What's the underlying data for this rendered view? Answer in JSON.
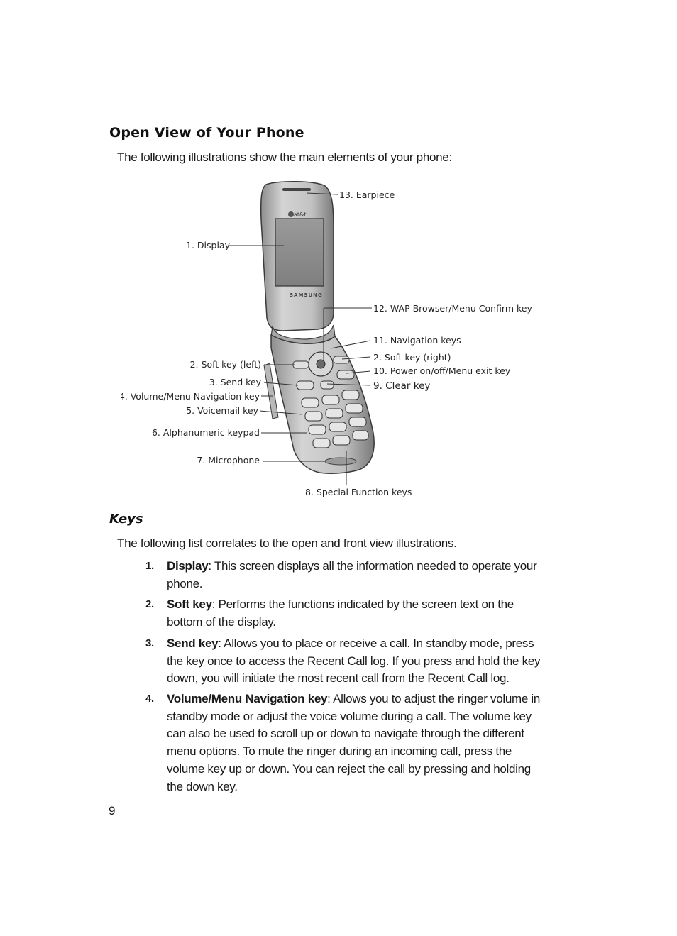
{
  "section_title": "Open View of Your Phone",
  "section_intro": "The following illustrations show the main elements of your phone:",
  "figure": {
    "callouts": {
      "earpiece": "13. Earpiece",
      "display": "1. Display",
      "wap_key": "12. WAP Browser/Menu Confirm key",
      "nav_keys": "11. Navigation keys",
      "soft_key_right": "2. Soft key (right)",
      "power_key": "10. Power on/off/Menu exit key",
      "clear_key": "9. Clear key",
      "soft_key_left": "2. Soft key (left)",
      "send_key": "3. Send key",
      "volume_key": "4. Volume/Menu Navigation key",
      "voicemail_key": "5. Voicemail key",
      "keypad": "6. Alphanumeric keypad",
      "microphone": "7. Microphone",
      "special_keys": "8. Special Function keys"
    },
    "phone_logo": "at&t",
    "phone_brand": "SAMSUNG"
  },
  "subsection_title": "Keys",
  "subsection_intro": "The following list correlates to the open and front view illustrations.",
  "items": [
    {
      "number": "1.",
      "term": "Display",
      "text": ": This screen displays all the information needed to operate your phone."
    },
    {
      "number": "2.",
      "term": "Soft key",
      "text": ": Performs the functions indicated by the screen text on the bottom of the display."
    },
    {
      "number": "3.",
      "term": "Send key",
      "text": ": Allows you to place or receive a call. In standby mode, press the key once to access the Recent Call log. If you press and hold the key down, you will initiate the most recent call from the Recent Call log."
    },
    {
      "number": "4.",
      "term": "Volume/Menu Navigation key",
      "text": ": Allows you to adjust the ringer volume in standby mode or adjust the voice volume during a call. The volume key can also be used to scroll up or down to navigate through the different menu options. To mute the ringer during an incoming call, press the volume key up or down. You can reject the call by pressing and holding the down key."
    }
  ],
  "page_number": "9"
}
